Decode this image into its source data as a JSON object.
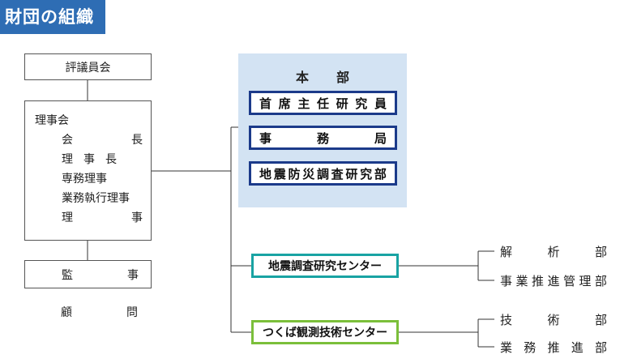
{
  "title": "財団の組織",
  "colors": {
    "title_bg": "#2e6db4",
    "hq_bg": "#d3e3f3",
    "hq_border": "#1b3a8a",
    "research_center_border": "#19a3a3",
    "tsukuba_center_border": "#7bbf3a"
  },
  "council": "評議員会",
  "board": {
    "heading": "理事会",
    "members": [
      "会",
      "長",
      "理",
      "事",
      "長",
      "専務理事",
      "業務執行理事",
      "理",
      "事"
    ]
  },
  "auditor": [
    "監",
    "事"
  ],
  "advisor": [
    "顧",
    "問"
  ],
  "headquarters": {
    "title": [
      "本",
      "部"
    ],
    "units": {
      "chief_researcher": [
        "首",
        "席",
        "主",
        "任",
        "研",
        "究",
        "員"
      ],
      "secretariat": [
        "事",
        "務",
        "局"
      ],
      "disaster_prevention": [
        "地",
        "震",
        "防",
        "災",
        "調",
        "査",
        "研",
        "究",
        "部"
      ]
    }
  },
  "research_center": {
    "name": "地震調査研究センター",
    "divisions": {
      "analysis": [
        "解",
        "析",
        "部"
      ],
      "promotion": [
        "事",
        "業",
        "推",
        "進",
        "管",
        "理",
        "部"
      ]
    }
  },
  "tsukuba_center": {
    "name": "つくば観測技術センター",
    "divisions": {
      "technology": [
        "技",
        "術",
        "部"
      ],
      "operations": [
        "業",
        "務",
        "推",
        "進",
        "部"
      ]
    }
  }
}
